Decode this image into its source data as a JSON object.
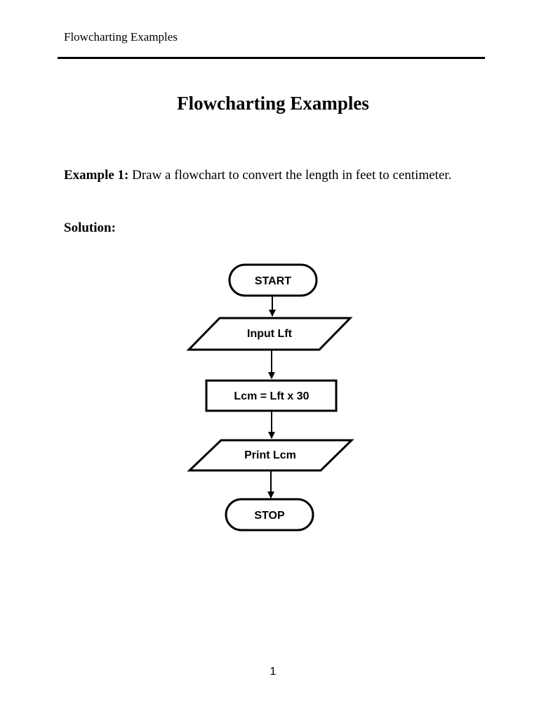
{
  "header": {
    "running_title": "Flowcharting Examples"
  },
  "title": "Flowcharting Examples",
  "example": {
    "label": "Example 1:",
    "text": " Draw a flowchart to convert the length in feet to centimeter."
  },
  "solution_label": "Solution:",
  "flowchart": {
    "start": "START",
    "input": "Input Lft",
    "process": "Lcm = Lft x 30",
    "output": "Print Lcm",
    "stop": "STOP"
  },
  "footer": {
    "page_number": "1"
  }
}
